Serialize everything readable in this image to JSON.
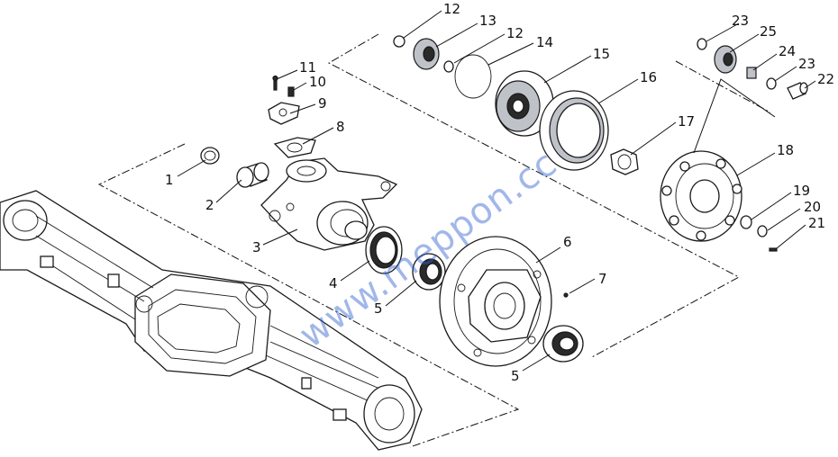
{
  "watermark": "www.meppon.cc",
  "callouts": [
    {
      "id": "c1",
      "label": "1"
    },
    {
      "id": "c2",
      "label": "2"
    },
    {
      "id": "c3",
      "label": "3"
    },
    {
      "id": "c4",
      "label": "4"
    },
    {
      "id": "c5a",
      "label": "5"
    },
    {
      "id": "c5b",
      "label": "5"
    },
    {
      "id": "c6",
      "label": "6"
    },
    {
      "id": "c7",
      "label": "7"
    },
    {
      "id": "c8",
      "label": "8"
    },
    {
      "id": "c9",
      "label": "9"
    },
    {
      "id": "c10",
      "label": "10"
    },
    {
      "id": "c11",
      "label": "11"
    },
    {
      "id": "c12a",
      "label": "12"
    },
    {
      "id": "c12b",
      "label": "12"
    },
    {
      "id": "c13",
      "label": "13"
    },
    {
      "id": "c14",
      "label": "14"
    },
    {
      "id": "c15",
      "label": "15"
    },
    {
      "id": "c16",
      "label": "16"
    },
    {
      "id": "c17",
      "label": "17"
    },
    {
      "id": "c18",
      "label": "18"
    },
    {
      "id": "c19",
      "label": "19"
    },
    {
      "id": "c20",
      "label": "20"
    },
    {
      "id": "c21",
      "label": "21"
    },
    {
      "id": "c22",
      "label": "22"
    },
    {
      "id": "c23a",
      "label": "23"
    },
    {
      "id": "c23b",
      "label": "23"
    },
    {
      "id": "c24",
      "label": "24"
    },
    {
      "id": "c25",
      "label": "25"
    }
  ]
}
